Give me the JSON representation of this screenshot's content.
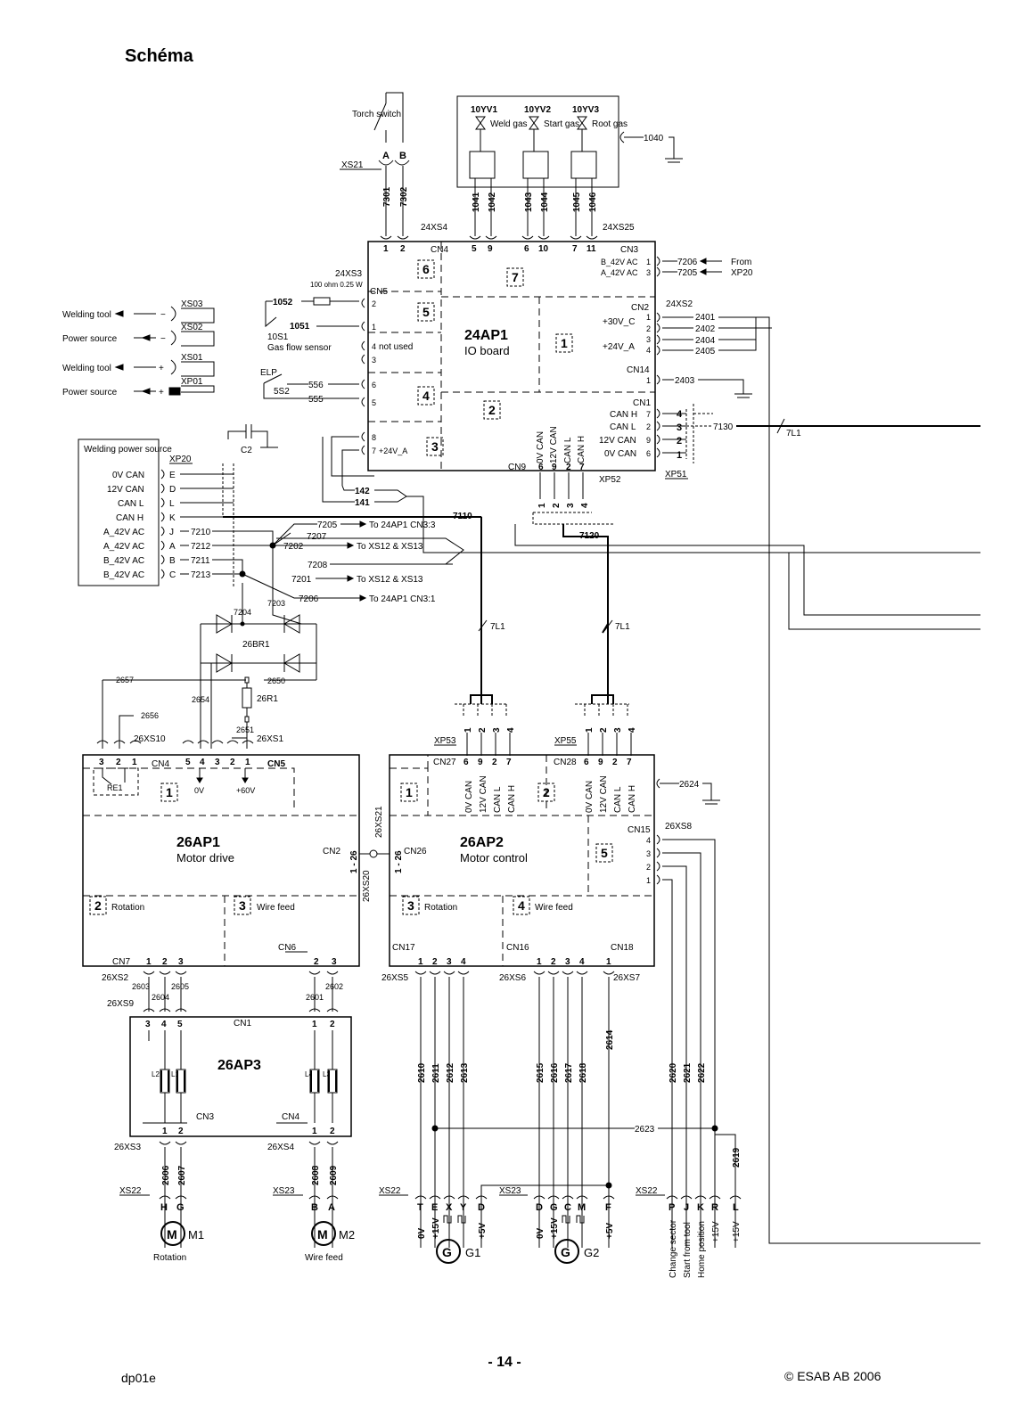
{
  "page": {
    "title": "Schéma",
    "number": "- 14 -",
    "doc_code": "dp01e",
    "copyright": "© ESAB AB 2006"
  },
  "boards": {
    "ap1": {
      "ref": "24AP1",
      "name": "IO board"
    },
    "ap2": {
      "ref": "26AP2",
      "name": "Motor control"
    },
    "ap3": {
      "ref": "26AP1",
      "name": "Motor drive"
    },
    "ap4": {
      "ref": "26AP3"
    }
  },
  "sections": {
    "rotation": "Rotation",
    "wire_feed": "Wire feed"
  },
  "valves": [
    {
      "ref": "10YV1",
      "name": "Weld gas",
      "wires": [
        "1041",
        "1042"
      ]
    },
    {
      "ref": "10YV2",
      "name": "Start gas",
      "wires": [
        "1043",
        "1044"
      ]
    },
    {
      "ref": "10YV3",
      "name": "Root gas",
      "wires": [
        "1045",
        "1046"
      ]
    }
  ],
  "torch": {
    "label": "Torch switch",
    "connector": "XS21",
    "pins": [
      "A",
      "B"
    ],
    "wires": [
      "7301",
      "7302"
    ]
  },
  "connectors": {
    "xs24_4": "24XS4",
    "xs24_25": "24XS25",
    "xs24_3": "24XS3",
    "xs24_2": "24XS2",
    "xp52": "XP52",
    "xp51": "XP51",
    "xp53": "XP53",
    "xp55": "XP55",
    "xs10": "26XS10",
    "xs1": "26XS1",
    "xs21": "26XS21",
    "xs20": "26XS20",
    "xs2": "26XS2",
    "xs9": "26XS9",
    "xs3": "26XS3",
    "xs4": "26XS4",
    "xs5": "26XS5",
    "xs6": "26XS6",
    "xs7": "26XS7",
    "xs8": "26XS8",
    "xs22": "XS22",
    "xs23": "XS23",
    "xp20": "XP20"
  },
  "cn_labels": {
    "cn4": "CN4",
    "cn3": "CN3",
    "cn5": "CN5",
    "cn2": "CN2",
    "cn14": "CN14",
    "cn1": "CN1",
    "cn9": "CN9",
    "cn27": "CN27",
    "cn28": "CN28",
    "cn15": "CN15",
    "cn26": "CN26",
    "cn17": "CN17",
    "cn16": "CN16",
    "cn18": "CN18",
    "cn7": "CN7",
    "cn6": "CN6"
  },
  "power_labels": {
    "b42": "B_42V AC",
    "a42": "A_42V AC",
    "v30": "+30V_C",
    "v24a": "+24V_A",
    "v24": "+24V_A",
    "canh": "CAN H",
    "canl": "CAN L",
    "v12can": "12V CAN",
    "v0can": "0V CAN",
    "from": "From",
    "xp20": "XP20",
    "not_used": "not used"
  },
  "wires": {
    "w1040": "1040",
    "w7206": "7206",
    "w7205": "7205",
    "w2401": "2401",
    "w2402": "2402",
    "w2404": "2404",
    "w2405": "2405",
    "w2403": "2403",
    "w7130": "7130",
    "w7L1": "7L1",
    "w1052": "1052",
    "w1051": "1051",
    "w556": "556",
    "w555": "555",
    "w142": "142",
    "w141": "141",
    "w7110": "7110",
    "w7120": "7120",
    "w7210": "7210",
    "w7212": "7212",
    "w7211": "7211",
    "w7213": "7213",
    "w7207": "7207",
    "w7202": "7202",
    "w7208": "7208",
    "w7201": "7201",
    "w7204": "7204",
    "w7203": "7203",
    "w2657": "2657",
    "w2650": "2650",
    "w2654": "2654",
    "w2656": "2656",
    "w2651": "2651",
    "w2624": "2624",
    "w2603": "2603",
    "w2605": "2605",
    "w2604": "2604",
    "w2601": "2601",
    "w2602": "2602",
    "w2606": "2606",
    "w2607": "2607",
    "w2608": "2608",
    "w2609": "2609",
    "w2610": "2610",
    "w2611": "2611",
    "w2612": "2612",
    "w2613": "2613",
    "w2615": "2615",
    "w2616": "2616",
    "w2617": "2617",
    "w2618": "2618",
    "w2614": "2614",
    "w2620": "2620",
    "w2621": "2621",
    "w2622": "2622",
    "w2623": "2623",
    "w2619": "2619"
  },
  "destinations": {
    "cn33": "To 24AP1 CN3:3",
    "xs12a": "To XS12 & XS13",
    "xs12b": "To XS12 & XS13",
    "cn31": "To 24AP1 CN3:1"
  },
  "components": {
    "resistor": "100 ohm 0.25 W",
    "flow_sensor_ref": "10S1",
    "flow_sensor": "Gas flow sensor",
    "elp": "ELP",
    "s2": "5S2",
    "c2": "C2",
    "bridge": "26BR1",
    "r1": "26R1",
    "re1": "RE1",
    "v0": "0V",
    "v60": "+60V",
    "l1": "L1",
    "l2": "L2",
    "l3": "L3",
    "l4": "L4"
  },
  "welding_tool_links": [
    {
      "label": "Welding tool",
      "conn": "XS03",
      "sign": "−"
    },
    {
      "label": "Power source",
      "conn": "XS02",
      "sign": "−"
    },
    {
      "label": "Welding tool",
      "conn": "XS01",
      "sign": "+"
    },
    {
      "label": "Power source",
      "conn": "XP01",
      "sign": "+"
    }
  ],
  "power_source": {
    "title": "Welding power source",
    "rows": [
      {
        "label": "0V CAN",
        "pin": "E"
      },
      {
        "label": "12V CAN",
        "pin": "D"
      },
      {
        "label": "CAN L",
        "pin": "L"
      },
      {
        "label": "CAN H",
        "pin": "K"
      },
      {
        "label": "A_42V AC",
        "pin": "J"
      },
      {
        "label": "A_42V AC",
        "pin": "A"
      },
      {
        "label": "B_42V AC",
        "pin": "B"
      },
      {
        "label": "B_42V AC",
        "pin": "C"
      }
    ]
  },
  "motors": [
    {
      "ref": "M1",
      "label": "Rotation",
      "pins": [
        "H",
        "G"
      ]
    },
    {
      "ref": "M2",
      "label": "Wire feed",
      "pins": [
        "B",
        "A"
      ]
    }
  ],
  "encoders": [
    {
      "ref": "G1",
      "pins": [
        "T",
        "E",
        "X",
        "Y",
        "D"
      ],
      "signals": [
        "0V",
        "+15V",
        "",
        "",
        "+5V"
      ]
    },
    {
      "ref": "G2",
      "pins": [
        "D",
        "G",
        "C",
        "M",
        "F"
      ],
      "signals": [
        "0V",
        "+15V",
        "",
        "",
        "+5V"
      ]
    }
  ],
  "xs22_right": {
    "pins": [
      "P",
      "J",
      "K",
      "R",
      "L"
    ],
    "signals": [
      "Change sector",
      "Start from tool",
      "Home position",
      "+15V",
      "+15V"
    ]
  }
}
